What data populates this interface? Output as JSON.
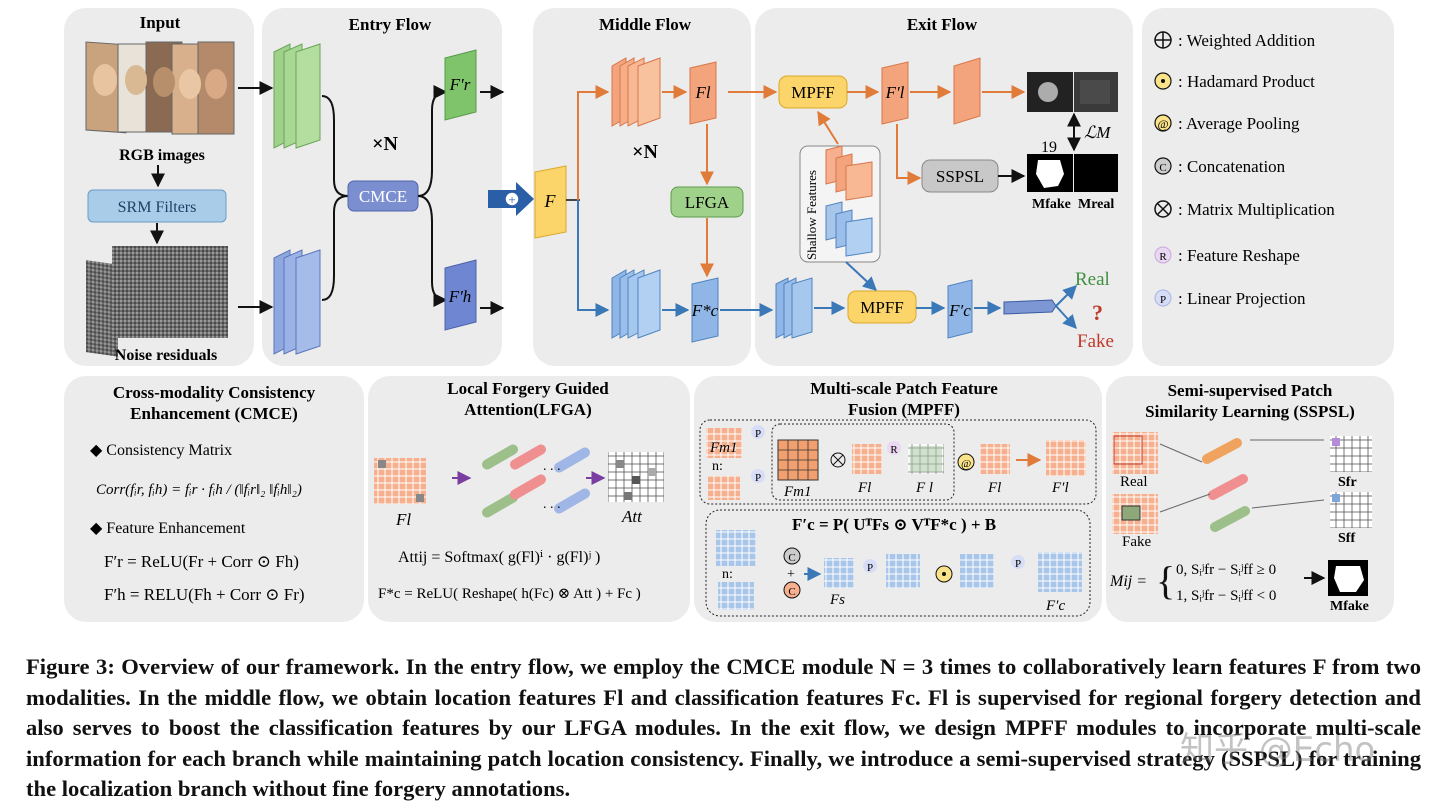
{
  "entry": {
    "input_title": "Input",
    "rgb_label": "RGB images",
    "srm_label": "SRM Filters",
    "noise_label": "Noise residuals",
    "title": "Entry Flow",
    "cmce_block": "CMCE",
    "times_n": "×N",
    "fr_label": "F′r",
    "fh_label": "F′h"
  },
  "middle": {
    "title": "Middle Flow",
    "f_label": "F",
    "fl_label": "Fl",
    "times_n": "×N",
    "lfga_block": "LFGA",
    "fc_label": "F*c"
  },
  "exit": {
    "title": "Exit Flow",
    "mpff_top": "MPFF",
    "mpff_bottom": "MPFF",
    "fl_prime": "F′l",
    "fc_prime": "F′c",
    "shallow_features": "Shallow Features",
    "sspsl_block": "SSPSL",
    "num_19": "19",
    "loss_label": "ℒM",
    "m_fake": "Mfake",
    "m_real": "Mreal",
    "real": "Real",
    "fake": "Fake",
    "question": "?"
  },
  "legend": [
    {
      "symbol": "⊕",
      "text": ":  Weighted Addition"
    },
    {
      "symbol": "⊙",
      "text": ":  Hadamard Product"
    },
    {
      "symbol": "@",
      "text": ":  Average Pooling"
    },
    {
      "symbol": "C",
      "text": ":  Concatenation"
    },
    {
      "symbol": "⊗",
      "text": ":  Matrix Multiplication"
    },
    {
      "symbol": "R",
      "text": ":  Feature Reshape"
    },
    {
      "symbol": "P",
      "text": ":  Linear Projection"
    }
  ],
  "cmce": {
    "title1": "Cross-modality Consistency",
    "title2": "Enhancement (CMCE)",
    "bullet1": "◆ Consistency Matrix",
    "bullet2": "◆ Feature Enhancement",
    "eq1": "Corr(fᵢr, fᵢh) = fᵢr · fᵢh / (‖fᵢr‖₂ ‖fᵢh‖₂)",
    "eq2": "F′r = ReLU(Fr + Corr ⊙ Fh)",
    "eq3": "F′h = RELU(Fh + Corr ⊙ Fr)"
  },
  "lfga": {
    "title1": "Local Forgery Guided",
    "title2": "Attention(LFGA)",
    "fl": "Fl",
    "att": "Att",
    "eq1": "Attij = Softmax( g(Fl)ⁱ · g(Fl)ʲ )",
    "eq2": "F*c = ReLU( Reshape( h(Fc) ⊗ Att ) + Fc )"
  },
  "mpff": {
    "title1": "Multi-scale Patch Feature",
    "title2": "Fusion (MPFF)",
    "fm1": "Fm1",
    "n": "n:",
    "fm1b": "Fm1",
    "fl_a": "Fl",
    "fl_b": "F l",
    "fl_c": "Fl",
    "fl_prime": "F′l",
    "eq": "F′c = P( UᵀFs ⊙ VᵀF*c ) + B",
    "fs": "Fs",
    "fc_prime": "F′c"
  },
  "sspsl": {
    "title1": "Semi-supervised Patch",
    "title2": "Similarity Learning (SSPSL)",
    "real": "Real",
    "fake": "Fake",
    "s_fr": "Sfr",
    "s_ff": "Sff",
    "mij": "Mij =",
    "case0": "0,    Sᵢʲfr − Sᵢʲff ≥ 0",
    "case1": "1,    Sᵢʲfr − Sᵢʲff < 0",
    "m_fake": "Mfake"
  },
  "caption": {
    "text": "Figure 3: Overview of our framework. In the entry flow, we employ the CMCE module N = 3 times to collaboratively learn features F from two modalities. In the middle flow, we obtain location features Fl and classification features Fc. Fl is supervised for regional forgery detection and also serves to boost the classification features by our LFGA modules. In the exit flow, we design MPFF modules to incorporate multi-scale information for each branch while maintaining patch location consistency. Finally, we introduce a semi-supervised strategy (SSPSL) for training the localization branch without fine forgery annotations."
  },
  "watermark": "知乎 @Echo",
  "colors": {
    "panel_bg": "#ececec",
    "green": "#9fd18a",
    "blue": "#8fa8e0",
    "orange": "#f4a47c",
    "yellow": "#fbd46a",
    "arrow_orange": "#e07b39",
    "arrow_blue": "#3a78b8",
    "srm": "#a9cde8",
    "real_green": "#3f8f3f",
    "fake_red": "#c0392b"
  }
}
